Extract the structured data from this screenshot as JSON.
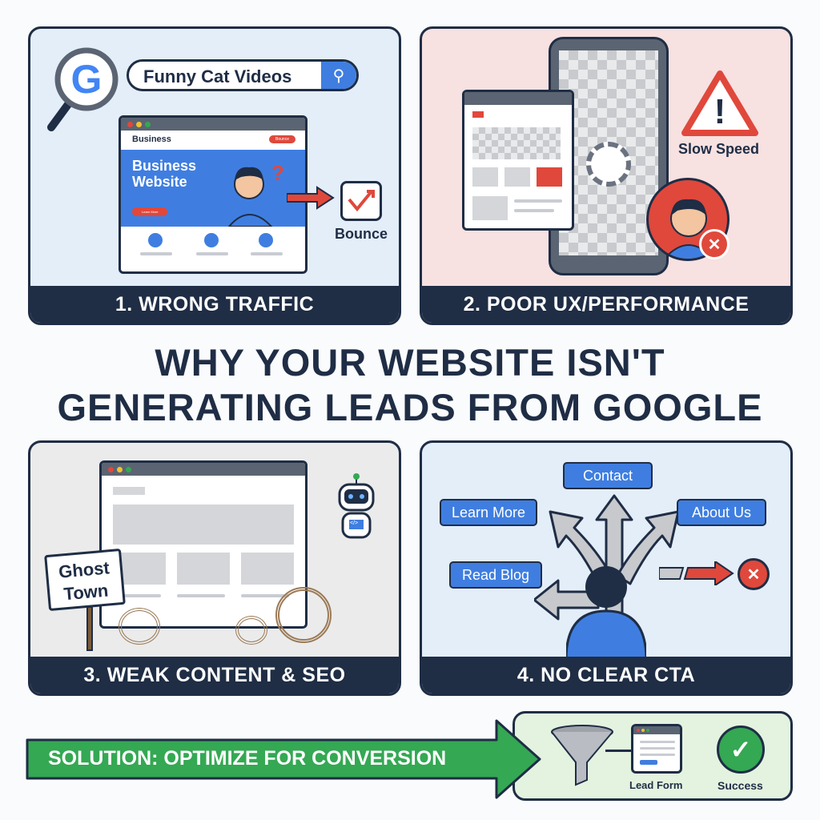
{
  "title": {
    "line1": "WHY YOUR WEBSITE ISN'T",
    "line2": "GENERATING LEADS FROM GOOGLE"
  },
  "panel1": {
    "caption": "1. WRONG TRAFFIC",
    "search_query": "Funny Cat Videos",
    "site_brand": "Business",
    "hero_title_1": "Business",
    "hero_title_2": "Website",
    "nav_button": "Bounce",
    "hero_button": "Learn More",
    "bounce_label": "Bounce"
  },
  "panel2": {
    "caption": "2. POOR UX/PERFORMANCE",
    "warning_label": "Slow Speed"
  },
  "panel3": {
    "caption": "3. WEAK CONTENT & SEO",
    "sign_line1": "Ghost",
    "sign_line2": "Town",
    "robot_code": "</>"
  },
  "panel4": {
    "caption": "4. NO CLEAR CTA",
    "buttons": [
      "Contact",
      "Learn More",
      "About Us",
      "Read Blog"
    ]
  },
  "solution": {
    "label": "SOLUTION: OPTIMIZE FOR CONVERSION",
    "lead_form": "Lead Form",
    "success": "Success"
  },
  "colors": {
    "navy": "#1f2d45",
    "blue": "#3f7ee0",
    "red": "#e0483c",
    "green": "#34a853"
  }
}
